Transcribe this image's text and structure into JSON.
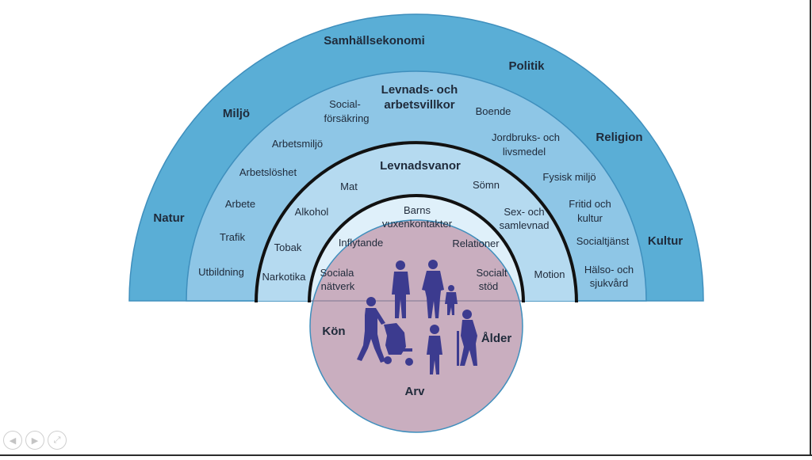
{
  "diagram": {
    "outer": {
      "title": "Samhällsekonomi",
      "labels": [
        "Politik",
        "Miljö",
        "Religion",
        "Natur",
        "Kultur"
      ]
    },
    "living": {
      "title_line1": "Levnads- och",
      "title_line2": "arbetsvillkor",
      "labels": {
        "social1": "Social-",
        "social2": "försäkring",
        "boende": "Boende",
        "arbetsmiljo": "Arbetsmiljö",
        "jordbruk1": "Jordbruks- och",
        "jordbruk2": "livsmedel",
        "arbetsloshet": "Arbetslöshet",
        "fysisk": "Fysisk miljö",
        "arbete": "Arbete",
        "fritid1": "Fritid och",
        "fritid2": "kultur",
        "trafik": "Trafik",
        "socialtjanst": "Socialtjänst",
        "utbildning": "Utbildning",
        "halso1": "Hälso- och",
        "halso2": "sjukvård"
      }
    },
    "habits": {
      "title": "Levnadsvanor",
      "labels": {
        "mat": "Mat",
        "somn": "Sömn",
        "alkohol": "Alkohol",
        "sex1": "Sex- och",
        "sex2": "samlevnad",
        "tobak": "Tobak",
        "narkotika": "Narkotika",
        "motion": "Motion"
      }
    },
    "social": {
      "labels": {
        "barns1": "Barns",
        "barns2": "vuxenkontakter",
        "inflytande": "Inflytande",
        "relationer": "Relationer",
        "sociala1": "Sociala",
        "sociala2": "nätverk",
        "socialt1": "Socialt",
        "socialt2": "stöd"
      }
    },
    "core": {
      "kon": "Kön",
      "alder": "Ålder",
      "arv": "Arv"
    },
    "colors": {
      "outer": "#5aaed6",
      "living": "#8ec6e6",
      "habits": "#b5daf0",
      "social": "#dff0fa",
      "core": "#c9aebf",
      "people": "#3c3b8f"
    }
  },
  "controls": {
    "prev_icon": "◀",
    "next_icon": "▶",
    "fullscreen_icon": "⤢"
  }
}
